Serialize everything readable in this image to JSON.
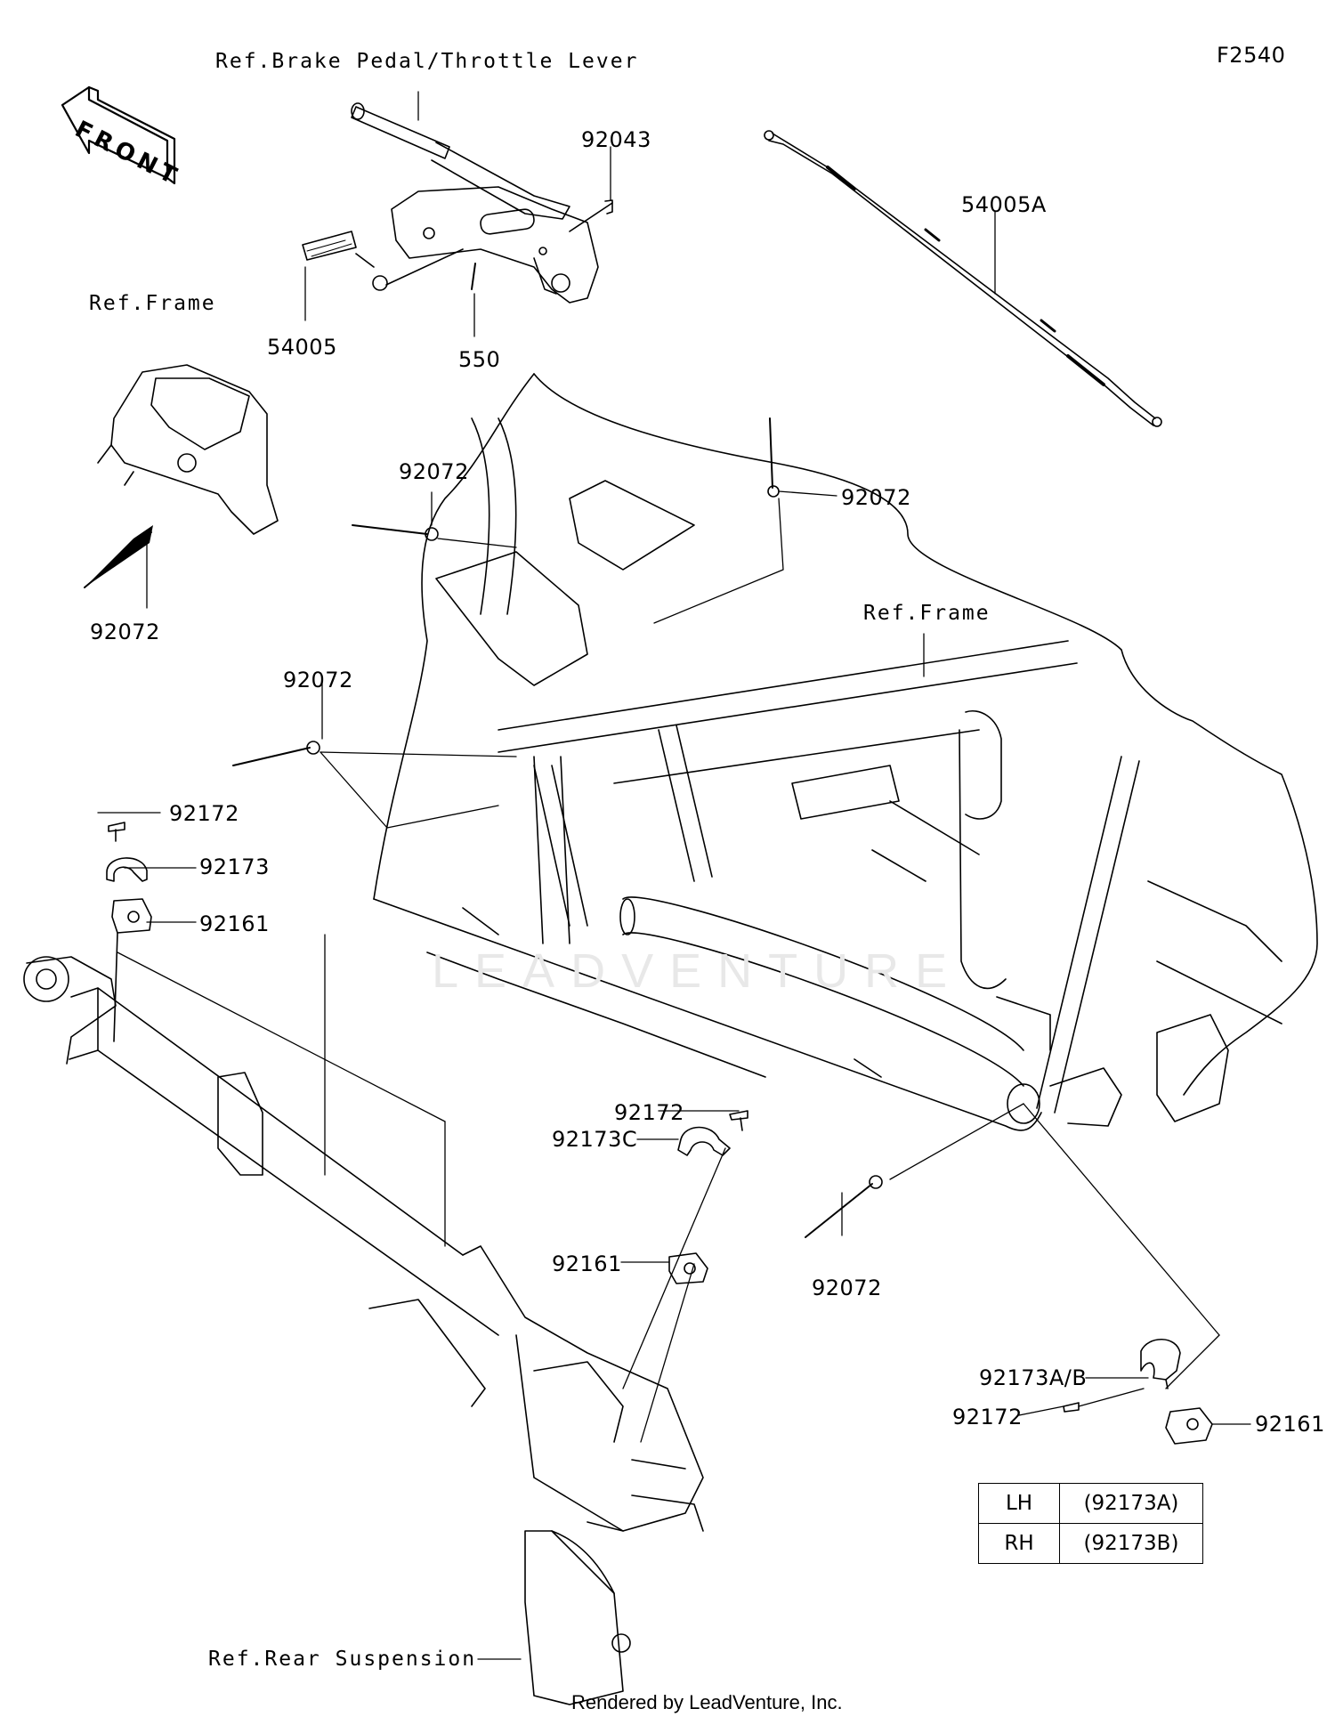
{
  "figure_code": "F2540",
  "front_label": "FRONT",
  "refs": {
    "brake_pedal": "Ref.Brake Pedal/Throttle Lever",
    "frame_left": "Ref.Frame",
    "frame_center": "Ref.Frame",
    "rear_suspension": "Ref.Rear Suspension"
  },
  "parts": {
    "p92043": "92043",
    "p54005a": "54005A",
    "p54005": "54005",
    "p550": "550",
    "p92072_a": "92072",
    "p92072_b": "92072",
    "p92072_c": "92072",
    "p92072_d": "92072",
    "p92072_e": "92072",
    "p92172_a": "92172",
    "p92173": "92173",
    "p92161_a": "92161",
    "p92172_b": "92172",
    "p92173c": "92173C",
    "p92161_b": "92161",
    "p92173ab": "92173A/B",
    "p92172_c": "92172",
    "p92161_c": "92161"
  },
  "side_table": [
    {
      "side": "LH",
      "part": "(92173A)"
    },
    {
      "side": "RH",
      "part": "(92173B)"
    }
  ],
  "watermark": "LEADVENTURE",
  "footer": "Rendered by LeadVenture, Inc."
}
